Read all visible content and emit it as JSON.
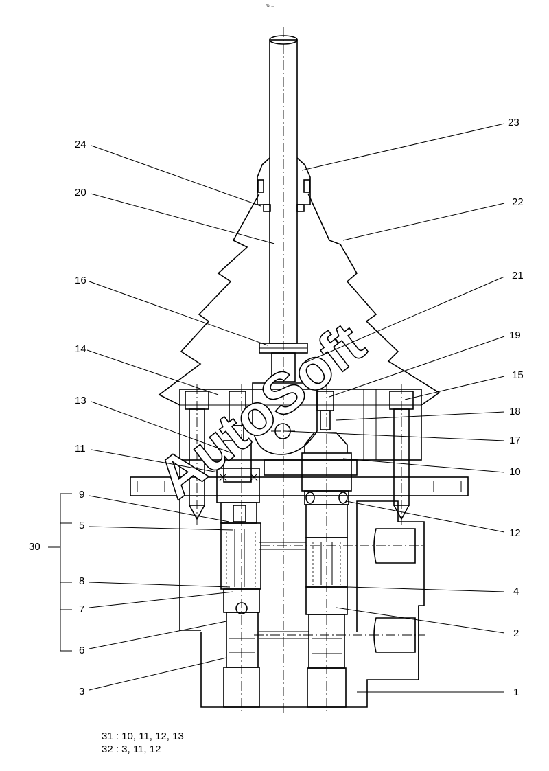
{
  "header_mark": "%. ...",
  "watermark": "AutoSoft",
  "callouts": [
    {
      "id": "c1",
      "text": "1"
    },
    {
      "id": "c2",
      "text": "2"
    },
    {
      "id": "c3",
      "text": "3"
    },
    {
      "id": "c4",
      "text": "4"
    },
    {
      "id": "c5",
      "text": "5"
    },
    {
      "id": "c6",
      "text": "6"
    },
    {
      "id": "c7",
      "text": "7"
    },
    {
      "id": "c8",
      "text": "8"
    },
    {
      "id": "c9",
      "text": "9"
    },
    {
      "id": "c10",
      "text": "10"
    },
    {
      "id": "c11",
      "text": "11"
    },
    {
      "id": "c12",
      "text": "12"
    },
    {
      "id": "c13",
      "text": "13"
    },
    {
      "id": "c14",
      "text": "14"
    },
    {
      "id": "c15",
      "text": "15"
    },
    {
      "id": "c16",
      "text": "16"
    },
    {
      "id": "c17",
      "text": "17"
    },
    {
      "id": "c18",
      "text": "18"
    },
    {
      "id": "c19",
      "text": "19"
    },
    {
      "id": "c20",
      "text": "20"
    },
    {
      "id": "c21",
      "text": "21"
    },
    {
      "id": "c22",
      "text": "22"
    },
    {
      "id": "c23",
      "text": "23"
    },
    {
      "id": "c24",
      "text": "24"
    },
    {
      "id": "c30",
      "text": "30"
    }
  ],
  "notes": [
    "31 : 10, 11, 12, 13",
    "32 : 3, 11, 12"
  ]
}
